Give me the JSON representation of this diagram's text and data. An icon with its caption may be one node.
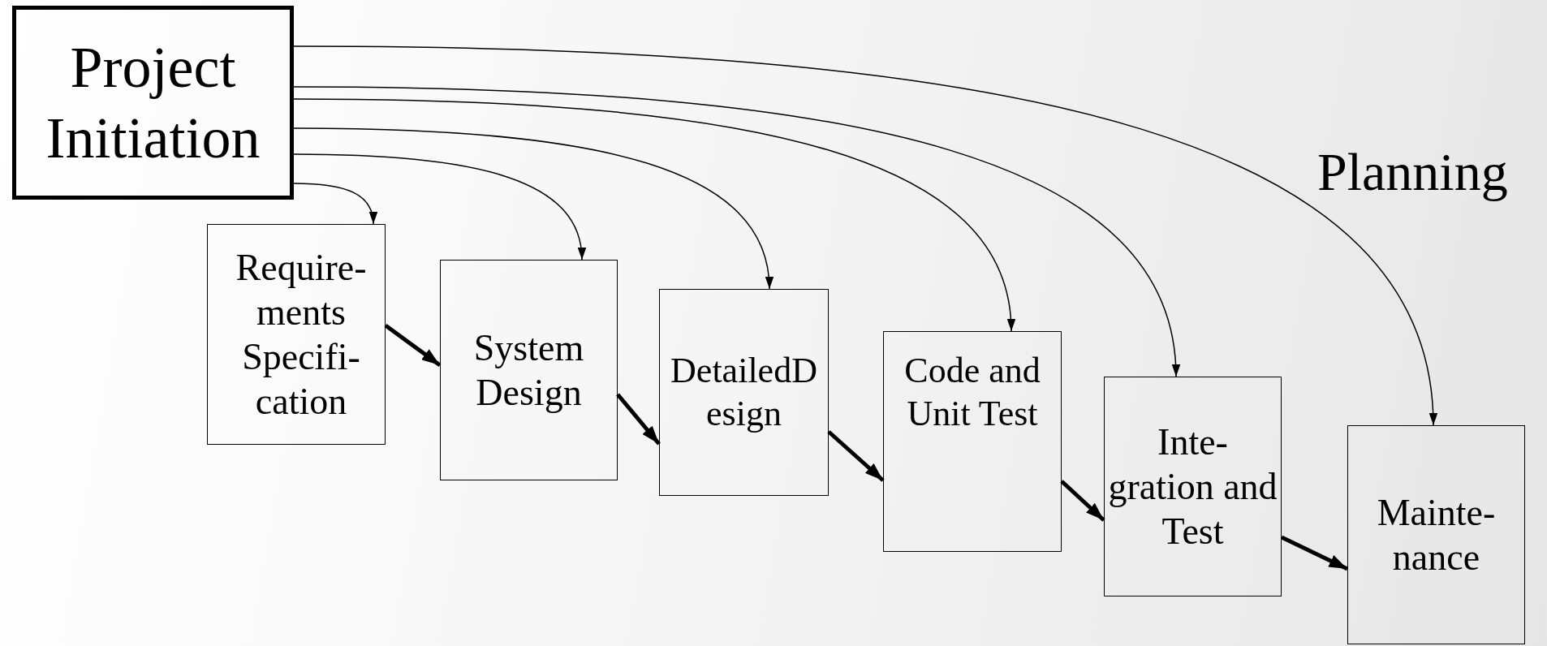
{
  "diagram": {
    "nodes": [
      {
        "text": [
          "Project Initiation"
        ]
      },
      {
        "text": [
          "Require- ments Specifi- cation"
        ]
      },
      {
        "text": [
          "System Design"
        ]
      },
      {
        "text": [
          "DetailedD esign"
        ]
      },
      {
        "text": [
          "Code and Unit Test"
        ]
      },
      {
        "text": [
          "Inte- gration and Test"
        ]
      },
      {
        "text": [
          "Mainte- nance"
        ]
      }
    ],
    "edges": [
      {
        "from": 0,
        "to": 1,
        "arrow": "to"
      },
      {
        "from": 0,
        "to": 2,
        "arrow": "to"
      },
      {
        "from": 0,
        "to": 3,
        "arrow": "to"
      },
      {
        "from": 0,
        "to": 4,
        "arrow": "to"
      },
      {
        "from": 0,
        "to": 5,
        "arrow": "to"
      },
      {
        "from": 0,
        "to": 6,
        "arrow": "to"
      },
      {
        "from": 1,
        "to": 2,
        "arrow": "to",
        "style": "thick"
      },
      {
        "from": 2,
        "to": 3,
        "arrow": "to",
        "style": "thick"
      },
      {
        "from": 3,
        "to": 4,
        "arrow": "to",
        "style": "thick"
      },
      {
        "from": 4,
        "to": 5,
        "arrow": "to",
        "style": "thick"
      },
      {
        "from": 5,
        "to": 6,
        "arrow": "to",
        "style": "thick"
      }
    ],
    "labels": [
      "Planning"
    ]
  }
}
